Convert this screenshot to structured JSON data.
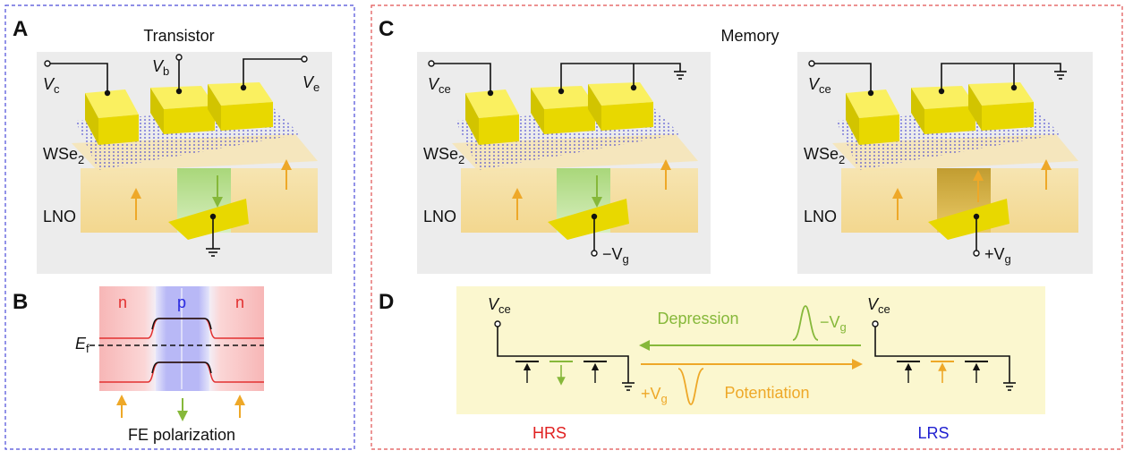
{
  "panels": {
    "A": {
      "letter": "A",
      "title": "Transistor",
      "terminals": {
        "collector": "V",
        "collector_sub": "c",
        "base": "V",
        "base_sub": "b",
        "emitter": "V",
        "emitter_sub": "e"
      },
      "layers": {
        "wse2": "WSe",
        "wse2_sub": "2",
        "lno": "LNO"
      }
    },
    "B": {
      "letter": "B",
      "regions": [
        "n",
        "p",
        "n"
      ],
      "fermi": "E",
      "fermi_sub": "f",
      "caption": "FE polarization"
    },
    "C": {
      "letter": "C",
      "title": "Memory",
      "left": {
        "terminal": "V",
        "terminal_sub": "ce",
        "gate": "−V",
        "gate_sub": "g",
        "wse2": "WSe",
        "wse2_sub": "2",
        "lno": "LNO"
      },
      "right": {
        "terminal": "V",
        "terminal_sub": "ce",
        "gate": "+V",
        "gate_sub": "g",
        "wse2": "WSe",
        "wse2_sub": "2",
        "lno": "LNO"
      }
    },
    "D": {
      "letter": "D",
      "left_terminal": "V",
      "left_terminal_sub": "ce",
      "right_terminal": "V",
      "right_terminal_sub": "ce",
      "depression": "Depression",
      "depression_pulse": "−V",
      "depression_pulse_sub": "g",
      "potentiation": "Potentiation",
      "potentiation_pulse": "+V",
      "potentiation_pulse_sub": "g",
      "hrs": "HRS",
      "lrs": "LRS"
    }
  },
  "colors": {
    "box_a_b": "#4a4ad8",
    "box_c_d": "#e05050",
    "electrode": "#f2e600",
    "lno": "#f5d890",
    "n_region": "#e23030",
    "p_region": "#2a2ae0",
    "arrow_up": "#f0a020",
    "arrow_down": "#7ab030",
    "depression": "#86b83a",
    "potentiation": "#eea828",
    "hrs": "#e02020",
    "lrs": "#2020d0",
    "panel_d_bg": "#fbf7cf"
  }
}
